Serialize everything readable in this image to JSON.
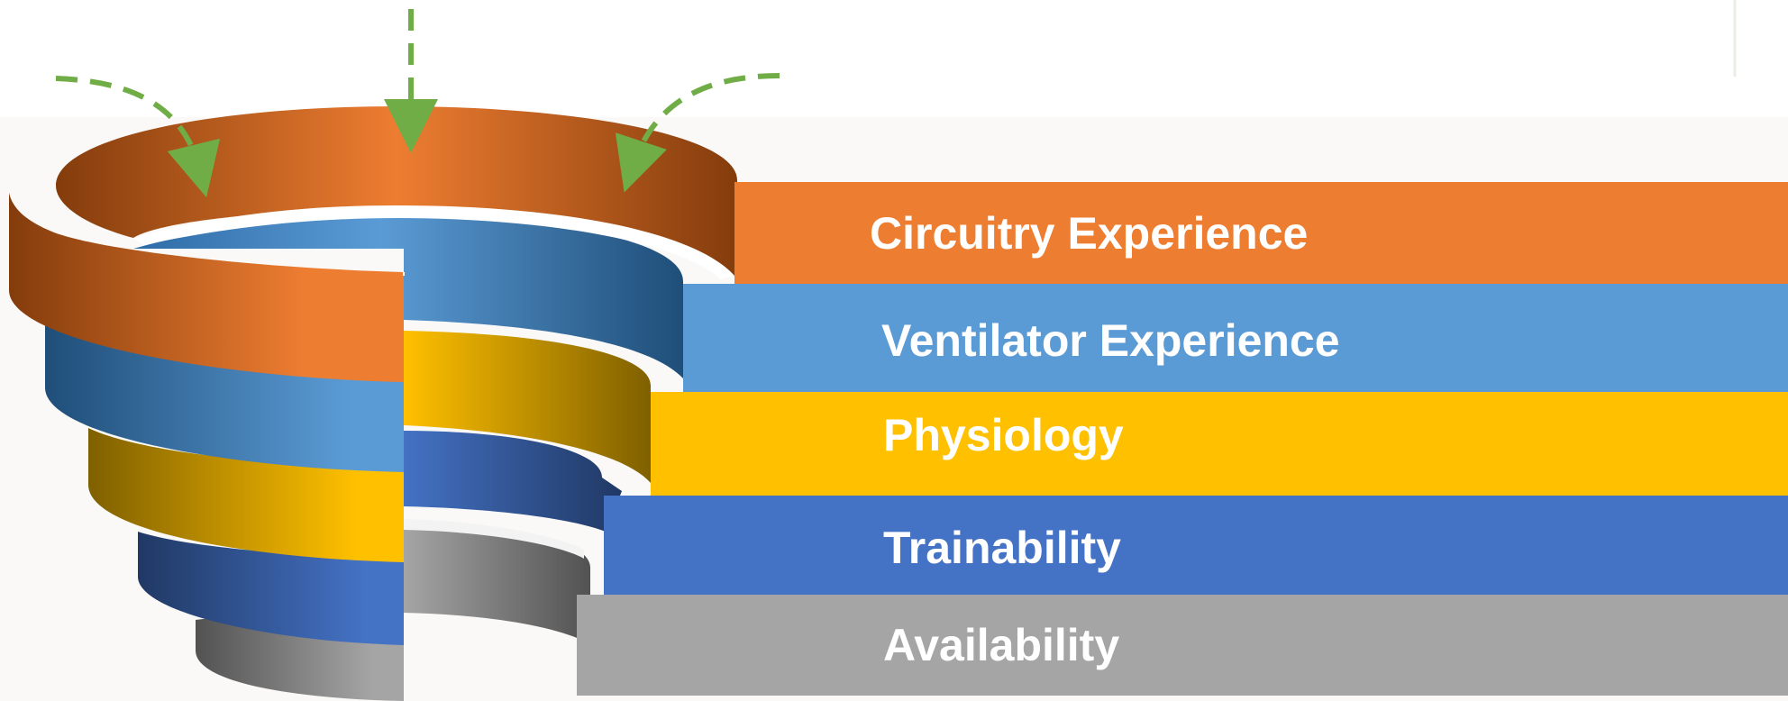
{
  "layers": [
    {
      "label": "Circuitry Experience",
      "color": "#ED7D31",
      "dark": "#843C0C"
    },
    {
      "label": "Ventilator Experience",
      "color": "#5B9BD5",
      "dark": "#1F4E79"
    },
    {
      "label": "Physiology",
      "color": "#FFC000",
      "dark": "#7F6000"
    },
    {
      "label": "Trainability",
      "color": "#4472C4",
      "dark": "#203864"
    },
    {
      "label": "Availability",
      "color": "#A5A5A5",
      "dark": "#525252"
    }
  ],
  "arrow_color": "#70AD47",
  "background_color": "#FAF9F7"
}
